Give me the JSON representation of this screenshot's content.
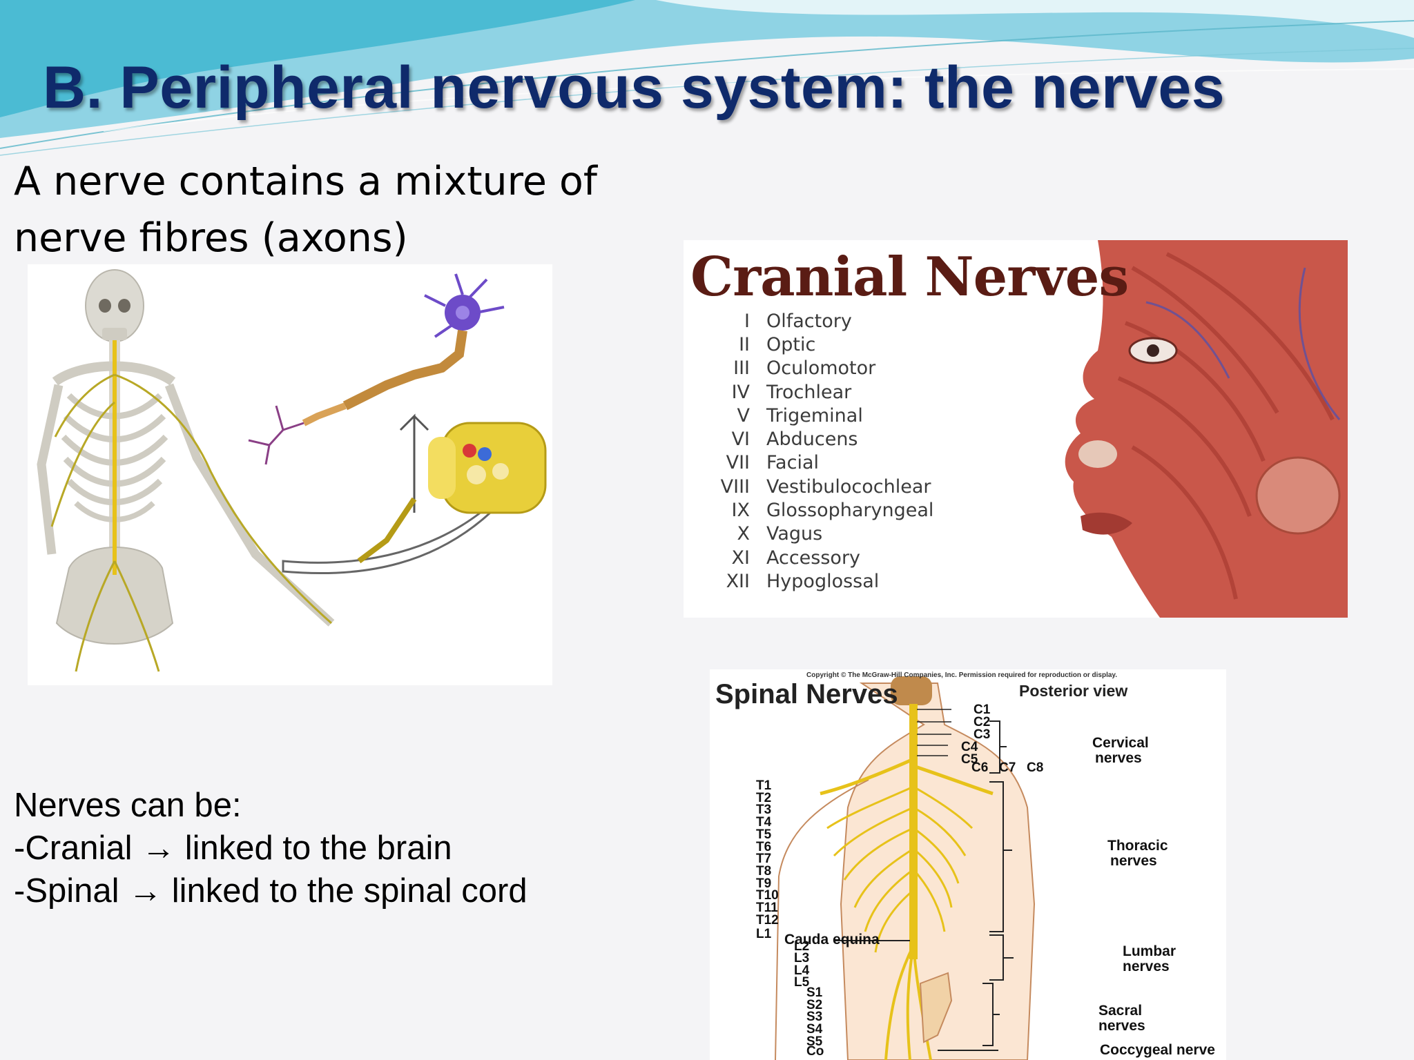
{
  "slide": {
    "title": "B. Peripheral nervous system: the nerves",
    "intro_lines": [
      "A nerve contains a mixture of",
      "nerve fibres (axons)"
    ],
    "nerves_can_be": [
      "Nerves can be:",
      "-Cranial → linked to the brain",
      "-Spinal → linked to the spinal cord"
    ]
  },
  "cranial": {
    "title": "Cranial Nerves",
    "nerves": [
      {
        "num": "I",
        "name": "Olfactory"
      },
      {
        "num": "II",
        "name": "Optic"
      },
      {
        "num": "III",
        "name": "Oculomotor"
      },
      {
        "num": "IV",
        "name": "Trochlear"
      },
      {
        "num": "V",
        "name": "Trigeminal"
      },
      {
        "num": "VI",
        "name": "Abducens"
      },
      {
        "num": "VII",
        "name": "Facial"
      },
      {
        "num": "VIII",
        "name": "Vestibulocochlear"
      },
      {
        "num": "IX",
        "name": "Glossopharyngeal"
      },
      {
        "num": "X",
        "name": "Vagus"
      },
      {
        "num": "XI",
        "name": "Accessory"
      },
      {
        "num": "XII",
        "name": "Hypoglossal"
      }
    ]
  },
  "spinal": {
    "copyright": "Copyright © The McGraw-Hill Companies, Inc. Permission required for reproduction or display.",
    "title": "Spinal  Nerves",
    "view": "Posterior view",
    "cervical_segments": [
      "C1",
      "C2",
      "C3",
      "C4",
      "C5",
      "C6",
      "C7",
      "C8"
    ],
    "thoracic_segments": [
      "T1",
      "T2",
      "T3",
      "T4",
      "T5",
      "T6",
      "T7",
      "T8",
      "T9",
      "T10",
      "T11",
      "T12"
    ],
    "lumbar_segments": [
      "L1",
      "L2",
      "L3",
      "L4",
      "L5"
    ],
    "sacral_segments": [
      "S1",
      "S2",
      "S3",
      "S4",
      "S5"
    ],
    "coccygeal_segment": "Co",
    "groups": {
      "cervical": [
        "Cervical",
        "nerves"
      ],
      "thoracic": [
        "Thoracic",
        "nerves"
      ],
      "lumbar": [
        "Lumbar",
        "nerves"
      ],
      "sacral": [
        "Sacral",
        "nerves"
      ],
      "coccygeal": "Coccygeal nerve"
    },
    "cauda_equina": "Cauda equina"
  },
  "colors": {
    "title": "#0f2a6b",
    "wave_light": "#8fd3e4",
    "wave_mid": "#3fb6d0",
    "nerve_yellow": "#e7c21a",
    "cranial_title": "#5a1c14",
    "muscle": "#c9574a"
  }
}
